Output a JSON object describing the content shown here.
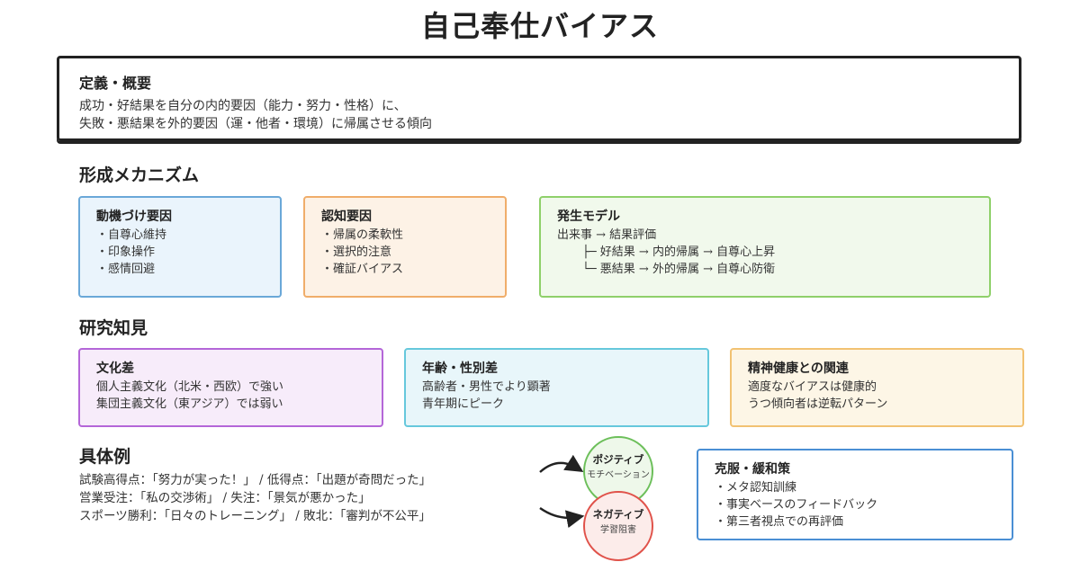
{
  "title": "自己奉仕バイアス",
  "definition": {
    "heading": "定義・概要",
    "line1": "成功・好結果を自分の内的要因（能力・努力・性格）に、",
    "line2": "失敗・悪結果を外的要因（運・他者・環境）に帰属させる傾向"
  },
  "mechanisms": {
    "heading": "形成メカニズム",
    "motivation": {
      "title": "動機づけ要因",
      "items": [
        "・自尊心維持",
        "・印象操作",
        "・感情回避"
      ]
    },
    "cognitive": {
      "title": "認知要因",
      "items": [
        "・帰属の柔軟性",
        "・選択的注意",
        "・確証バイアス"
      ]
    },
    "model": {
      "title": "発生モデル",
      "line1": "出来事 → 結果評価",
      "line2": "├─ 好結果 → 内的帰属 → 自尊心上昇",
      "line3": "└─ 悪結果 → 外的帰属 → 自尊心防衛"
    }
  },
  "research": {
    "heading": "研究知見",
    "culture": {
      "title": "文化差",
      "line1": "個人主義文化（北米・西欧）で強い",
      "line2": "集団主義文化（東アジア）では弱い"
    },
    "age_gender": {
      "title": "年齢・性別差",
      "line1": "高齢者・男性でより顕著",
      "line2": "青年期にピーク"
    },
    "mental_health": {
      "title": "精神健康との関連",
      "line1": "適度なバイアスは健康的",
      "line2": "うつ傾向者は逆転パターン"
    }
  },
  "examples": {
    "heading": "具体例",
    "lines": [
      "試験高得点：「努力が実った！」 / 低得点：「出題が奇問だった」",
      "営業受注：「私の交渉術」 / 失注：「景気が悪かった」",
      "スポーツ勝利：「日々のトレーニング」 / 敗北：「審判が不公平」"
    ]
  },
  "effects": {
    "positive": {
      "label": "ポジティブ",
      "sub": "モチベーション",
      "color": "#6cbf5a"
    },
    "negative": {
      "label": "ネガティブ",
      "sub": "学習阻害",
      "color": "#e0524a"
    }
  },
  "mitigation": {
    "title": "克服・緩和策",
    "items": [
      "・メタ認知訓練",
      "・事実ベースのフィードバック",
      "・第三者視点での再評価"
    ]
  }
}
